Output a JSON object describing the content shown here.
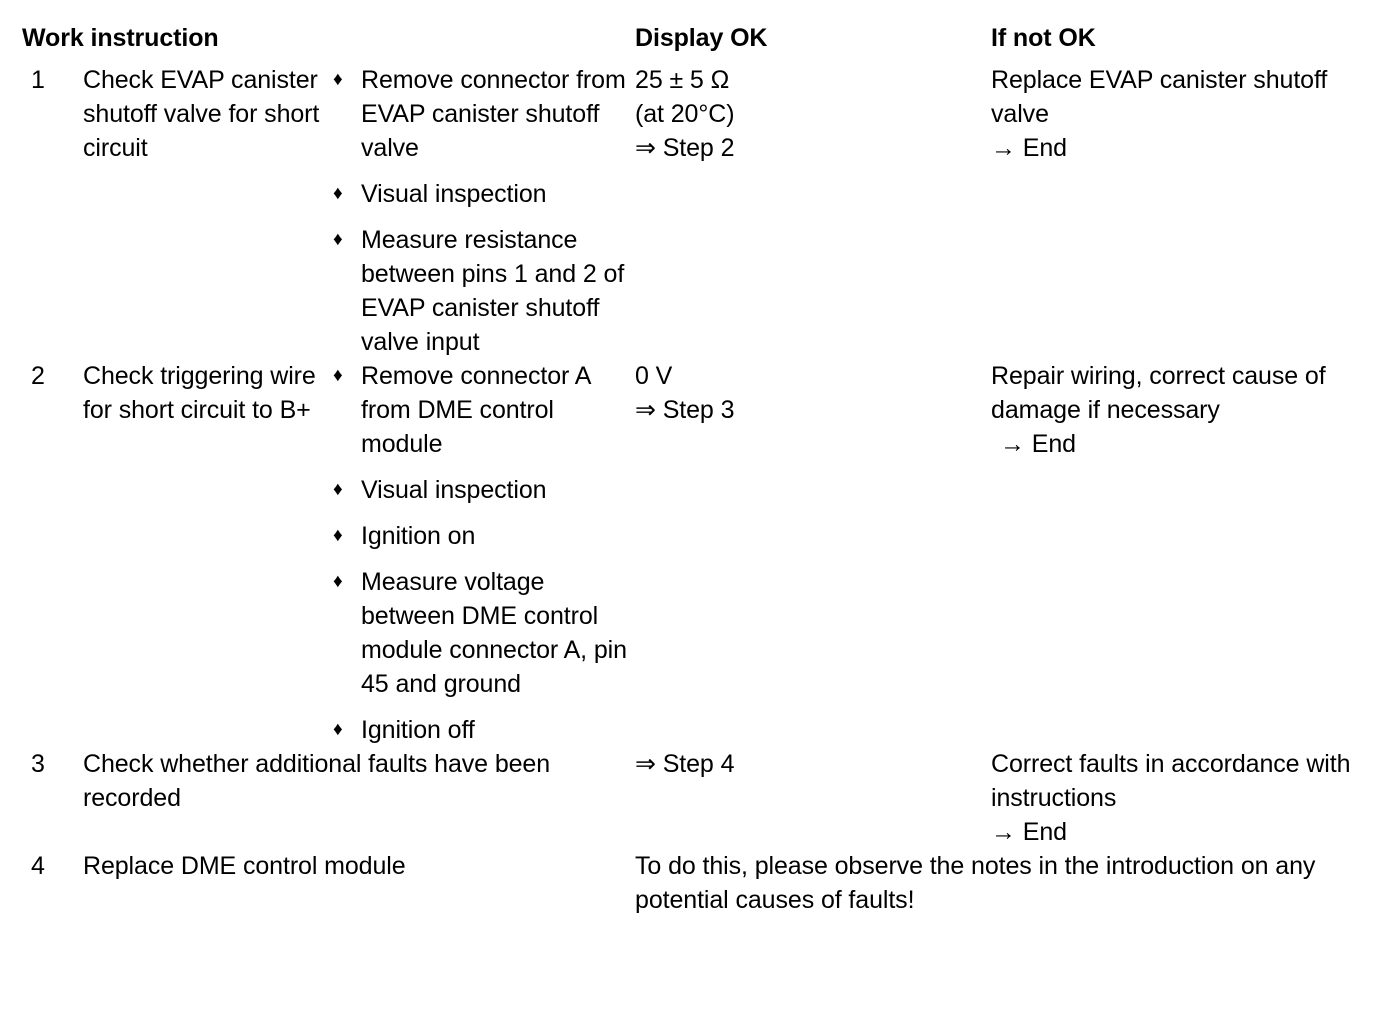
{
  "table": {
    "headers": {
      "work_instruction": "Work instruction",
      "display_ok": "Display OK",
      "if_not_ok": "If not OK"
    },
    "rows": [
      {
        "number": "1",
        "task": "Check EVAP canister shutoff valve for short circuit",
        "steps": [
          "Remove connector from EVAP canister shutoff valve",
          "Visual inspection",
          "Measure resistance between pins 1 and 2 of EVAP canister shutoff valve input"
        ],
        "display_ok": {
          "line1": "25 ± 5 Ω",
          "line2": "(at 20°C)",
          "line3": "⇒ Step 2"
        },
        "if_not_ok": {
          "line1": "Replace EVAP canister shutoff valve",
          "line2": "→ End"
        }
      },
      {
        "number": "2",
        "task": "Check triggering wire for short circuit to B+",
        "steps": [
          "Remove connector A from DME control module",
          "Visual inspection",
          "Ignition on",
          "Measure voltage between DME control module connector A, pin 45 and ground",
          "Ignition off"
        ],
        "display_ok": {
          "line1": "0 V",
          "line2": "⇒ Step 3"
        },
        "if_not_ok": {
          "line1": "Repair wiring, correct cause of damage if necessary",
          "line2": "→ End"
        }
      },
      {
        "number": "3",
        "task": "Check whether additional faults have been recorded",
        "display_ok": {
          "line1": "⇒ Step 4"
        },
        "if_not_ok": {
          "line1": "Correct faults in accordance with instructions",
          "line2": "→ End"
        }
      },
      {
        "number": "4",
        "task": "Replace DME control module",
        "note": "To do this, please observe the notes in the introduction on any potential causes of faults!"
      }
    ],
    "bullet_glyph": "♦"
  }
}
